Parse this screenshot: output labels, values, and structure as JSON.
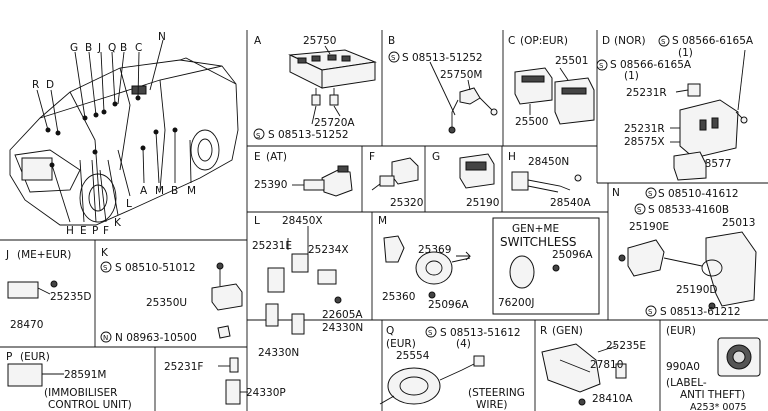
{
  "vehicle_callouts": [
    "R",
    "D",
    "G",
    "B",
    "J",
    "Q",
    "B",
    "C",
    "N",
    "H",
    "E",
    "P",
    "F",
    "K",
    "L",
    "A",
    "M",
    "B",
    "M"
  ],
  "sections": {
    "A": {
      "letter": "A",
      "parts": [
        "25750",
        "25720A",
        "S 08513-51252"
      ]
    },
    "B": {
      "letter": "B",
      "parts": [
        "S 08513-51252",
        "25750M"
      ]
    },
    "C": {
      "letter": "C",
      "variant": "(OP:EUR)",
      "parts": [
        "25501",
        "25500"
      ]
    },
    "D": {
      "letter": "D",
      "variant": "(NOR)",
      "parts": [
        "S 08566-6165A",
        "(1)",
        "S 08566-6165A",
        "(1)",
        "25231R",
        "25231R",
        "28575X",
        "28577"
      ]
    },
    "E": {
      "letter": "E",
      "variant": "(AT)",
      "parts": [
        "25390"
      ]
    },
    "F": {
      "letter": "F",
      "parts": [
        "25320"
      ]
    },
    "G": {
      "letter": "G",
      "parts": [
        "25190"
      ]
    },
    "H": {
      "letter": "H",
      "parts": [
        "28450N",
        "28540A"
      ]
    },
    "J": {
      "letter": "J",
      "variant": "(ME+EUR)",
      "parts": [
        "25235D",
        "28470"
      ]
    },
    "K": {
      "letter": "K",
      "parts": [
        "S 08510-51012",
        "25350U",
        "N 08963-10500"
      ]
    },
    "L": {
      "letter": "L",
      "parts": [
        "28450X",
        "25231E",
        "25234X",
        "22605A",
        "24330N",
        "24330N"
      ]
    },
    "M": {
      "letter": "M",
      "parts": [
        "25369",
        "25360",
        "25096A"
      ],
      "inset": {
        "line1": "GEN+ME",
        "line2": "SWITCHLESS",
        "parts": [
          "25096A",
          "76200J"
        ]
      }
    },
    "N": {
      "letter": "N",
      "parts": [
        "S 08510-41612",
        "S 08533-4160B",
        "25190E",
        "25013",
        "25190D",
        "S 08513-61212"
      ]
    },
    "P": {
      "letter": "P",
      "variant": "(EUR)",
      "parts": [
        "28591M"
      ],
      "caption1": "(IMMOBILISER",
      "caption2": "CONTROL UNIT)"
    },
    "P2": {
      "parts": [
        "25231F",
        "24330P"
      ]
    },
    "Q": {
      "letter": "Q",
      "variant": "(EUR)",
      "parts": [
        "S 08513-51612",
        "(4)",
        "25554"
      ],
      "caption1": "(STEERING",
      "caption2": "WIRE)"
    },
    "R": {
      "letter": "R",
      "variant": "(GEN)",
      "parts": [
        "25235E",
        "27810",
        "28410A"
      ]
    },
    "EUR": {
      "variant": "(EUR)",
      "parts": [
        "990A0"
      ],
      "caption1": "(LABEL-",
      "caption2": "ANTI THEFT)"
    }
  },
  "figure_code": "A253* 0075"
}
